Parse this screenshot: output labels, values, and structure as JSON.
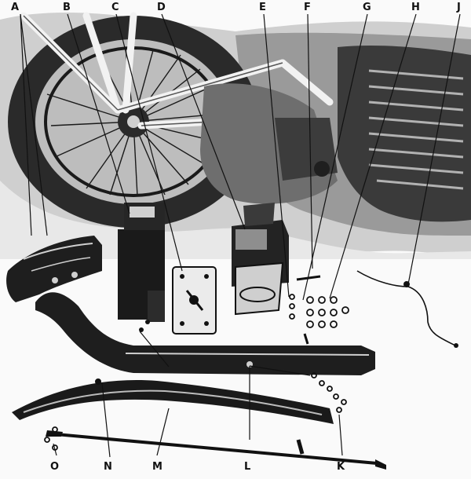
{
  "figure": {
    "top_labels": [
      "A",
      "B",
      "C",
      "D",
      "E",
      "F",
      "G",
      "H",
      "J"
    ],
    "bottom_labels": [
      "O",
      "N",
      "M",
      "L",
      "K"
    ]
  },
  "colors": {
    "ink": "#111111",
    "shadow": "#2a2a2a",
    "mid_gray": "#7a7a7a",
    "light_gray": "#d9d9d9",
    "paper": "#fafafa"
  }
}
